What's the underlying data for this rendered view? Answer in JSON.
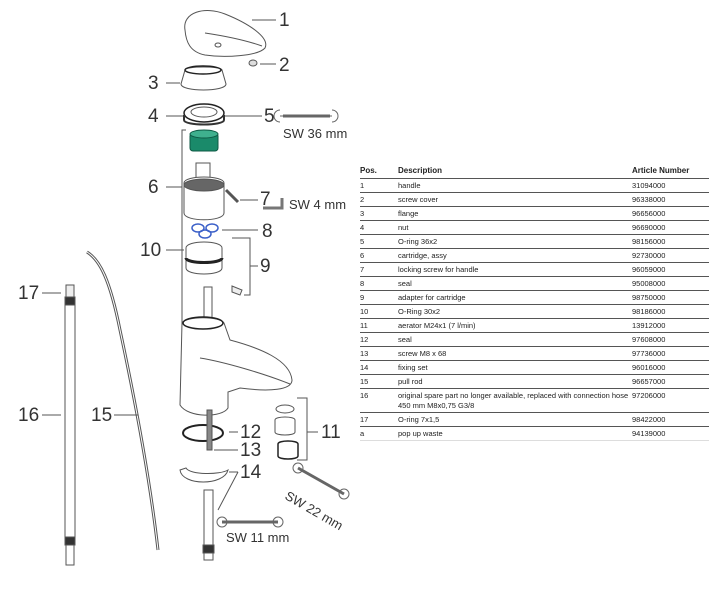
{
  "diagram": {
    "callouts": [
      "1",
      "2",
      "3",
      "4",
      "5",
      "6",
      "7",
      "8",
      "9",
      "10",
      "11",
      "12",
      "13",
      "14",
      "15",
      "16",
      "17"
    ],
    "wrench_labels": {
      "sw36": "SW 36 mm",
      "sw4": "SW 4 mm",
      "sw22": "SW 22 mm",
      "sw11": "SW 11 mm"
    },
    "colors": {
      "cartridge_cap": "#1a8a6a",
      "o_rings": "#3a5fc8",
      "line": "#555555"
    }
  },
  "table": {
    "headers": {
      "pos": "Pos.",
      "description": "Description",
      "article": "Article Number"
    },
    "rows": [
      {
        "pos": "1",
        "description": "handle",
        "article": "31094000"
      },
      {
        "pos": "2",
        "description": "screw cover",
        "article": "96338000"
      },
      {
        "pos": "3",
        "description": "flange",
        "article": "96656000"
      },
      {
        "pos": "4",
        "description": "nut",
        "article": "96690000"
      },
      {
        "pos": "5",
        "description": "O-ring 36x2",
        "article": "98156000"
      },
      {
        "pos": "6",
        "description": "cartridge, assy",
        "article": "92730000"
      },
      {
        "pos": "7",
        "description": "locking screw for handle",
        "article": "96059000"
      },
      {
        "pos": "8",
        "description": "seal",
        "article": "95008000"
      },
      {
        "pos": "9",
        "description": "adapter for cartridge",
        "article": "98750000"
      },
      {
        "pos": "10",
        "description": "O-Ring 30x2",
        "article": "98186000"
      },
      {
        "pos": "11",
        "description": "aerator M24x1 (7 l/min)",
        "article": "13912000"
      },
      {
        "pos": "12",
        "description": "seal",
        "article": "97608000"
      },
      {
        "pos": "13",
        "description": "screw M8 x 68",
        "article": "97736000"
      },
      {
        "pos": "14",
        "description": "fixing set",
        "article": "96016000"
      },
      {
        "pos": "15",
        "description": "pull rod",
        "article": "96657000"
      },
      {
        "pos": "16",
        "description": "original spare part no longer available, replaced with connection hose 450 mm  M8x0,75  G3/8",
        "article": "97206000"
      },
      {
        "pos": "17",
        "description": "O-ring 7x1,5",
        "article": "98422000"
      },
      {
        "pos": "a",
        "description": "pop up waste",
        "article": "94139000"
      }
    ]
  }
}
